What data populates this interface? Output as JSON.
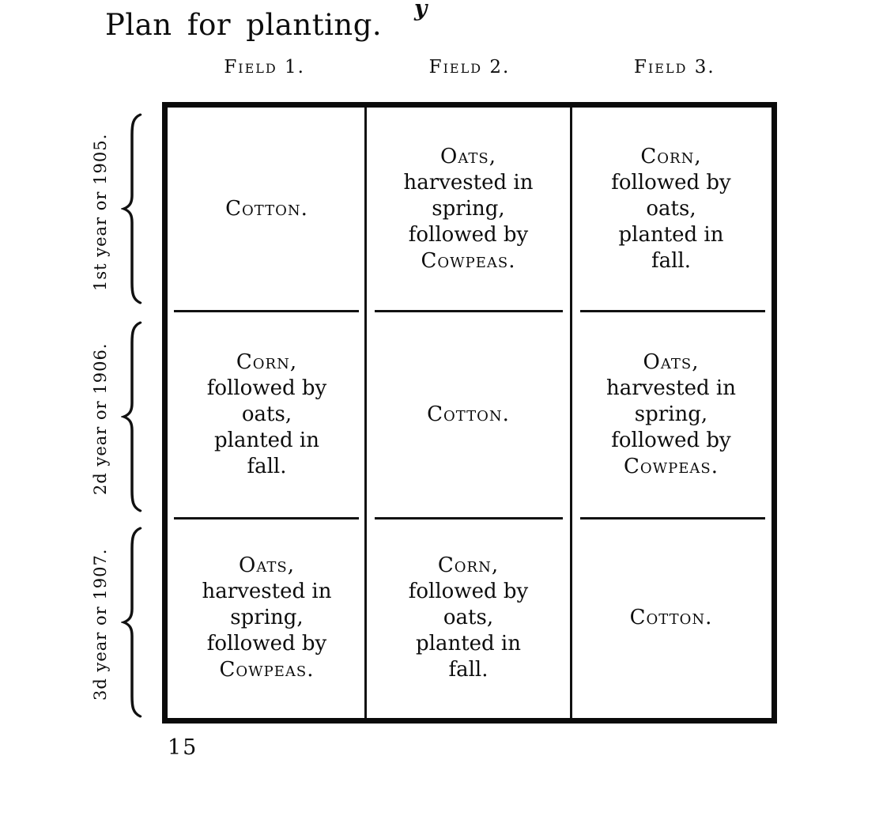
{
  "page": {
    "stray_mark": "y",
    "title": "Plan for planting.",
    "page_number": "15",
    "ink_color": "#0d0d0d",
    "paper_color": "#ffffff"
  },
  "planting_table": {
    "column_headers": [
      {
        "label": "Field 1."
      },
      {
        "label": "Field 2."
      },
      {
        "label": "Field 3."
      }
    ],
    "row_labels": [
      {
        "label": "1st year or 1905."
      },
      {
        "label": "2d year or 1906."
      },
      {
        "label": "3d year or 1907."
      }
    ],
    "cells": [
      [
        {
          "lines": [
            {
              "t": "Cotton.",
              "sc": true
            }
          ]
        },
        {
          "lines": [
            {
              "t": "Oats,",
              "sc": true
            },
            {
              "t": "harvested in",
              "sc": false
            },
            {
              "t": "spring,",
              "sc": false
            },
            {
              "t": "followed by",
              "sc": false
            },
            {
              "t": "Cowpeas.",
              "sc": true
            }
          ]
        },
        {
          "lines": [
            {
              "t": "Corn,",
              "sc": true
            },
            {
              "t": "followed by",
              "sc": false
            },
            {
              "t": "oats,",
              "sc": false
            },
            {
              "t": "planted in",
              "sc": false
            },
            {
              "t": "fall.",
              "sc": false
            }
          ]
        }
      ],
      [
        {
          "lines": [
            {
              "t": "Corn,",
              "sc": true
            },
            {
              "t": "followed by",
              "sc": false
            },
            {
              "t": "oats,",
              "sc": false
            },
            {
              "t": "planted in",
              "sc": false
            },
            {
              "t": "fall.",
              "sc": false
            }
          ]
        },
        {
          "lines": [
            {
              "t": "Cotton.",
              "sc": true
            }
          ]
        },
        {
          "lines": [
            {
              "t": "Oats,",
              "sc": true
            },
            {
              "t": "harvested in",
              "sc": false
            },
            {
              "t": "spring,",
              "sc": false
            },
            {
              "t": "followed by",
              "sc": false
            },
            {
              "t": "Cowpeas.",
              "sc": true
            }
          ]
        }
      ],
      [
        {
          "lines": [
            {
              "t": "Oats,",
              "sc": true
            },
            {
              "t": "harvested in",
              "sc": false
            },
            {
              "t": "spring,",
              "sc": false
            },
            {
              "t": "followed by",
              "sc": false
            },
            {
              "t": "Cowpeas.",
              "sc": true
            }
          ]
        },
        {
          "lines": [
            {
              "t": "Corn,",
              "sc": true
            },
            {
              "t": "followed by",
              "sc": false
            },
            {
              "t": "oats,",
              "sc": false
            },
            {
              "t": "planted in",
              "sc": false
            },
            {
              "t": "fall.",
              "sc": false
            }
          ]
        },
        {
          "lines": [
            {
              "t": "Cotton.",
              "sc": true
            }
          ]
        }
      ]
    ]
  }
}
